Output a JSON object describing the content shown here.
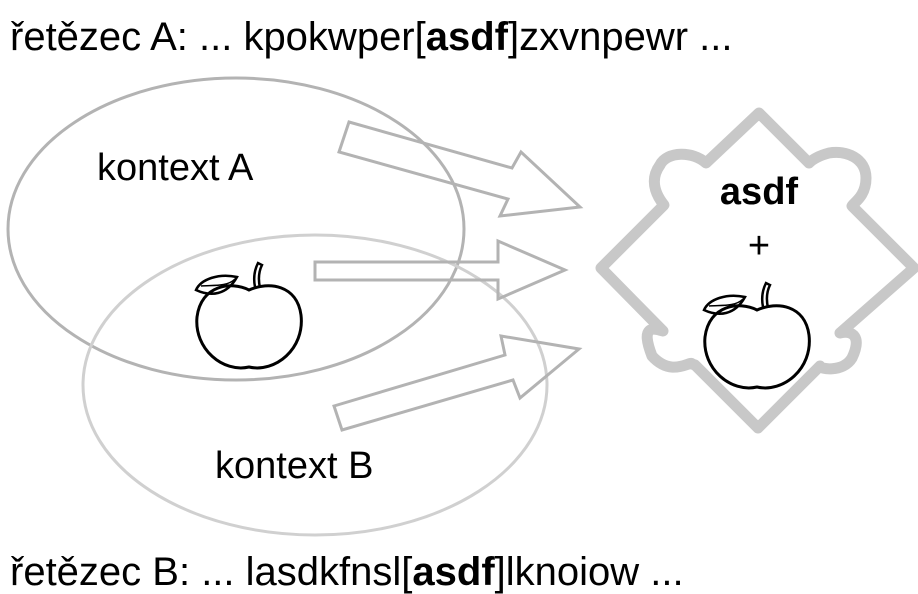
{
  "string_a": {
    "prefix": "řetězec A: ... kpokwper[",
    "key": "asdf",
    "suffix": "]zxvnpewr ..."
  },
  "string_b": {
    "prefix": "řetězec B: ... lasdkfnsl[",
    "key": "asdf",
    "suffix": "]lknoiow ..."
  },
  "context_a": {
    "label": "kontext A"
  },
  "context_b": {
    "label": "kontext B"
  },
  "puzzle": {
    "word": "asdf",
    "plus": "+"
  },
  "icons": {
    "apple": "apple-icon",
    "arrow": "arrow-icon",
    "puzzle": "puzzle-piece-icon"
  },
  "colors": {
    "ellipse_stroke": "#b3b3b3",
    "arrow_stroke": "#b3b3b3",
    "puzzle_stroke": "#c8c8c8",
    "text": "#000000"
  }
}
